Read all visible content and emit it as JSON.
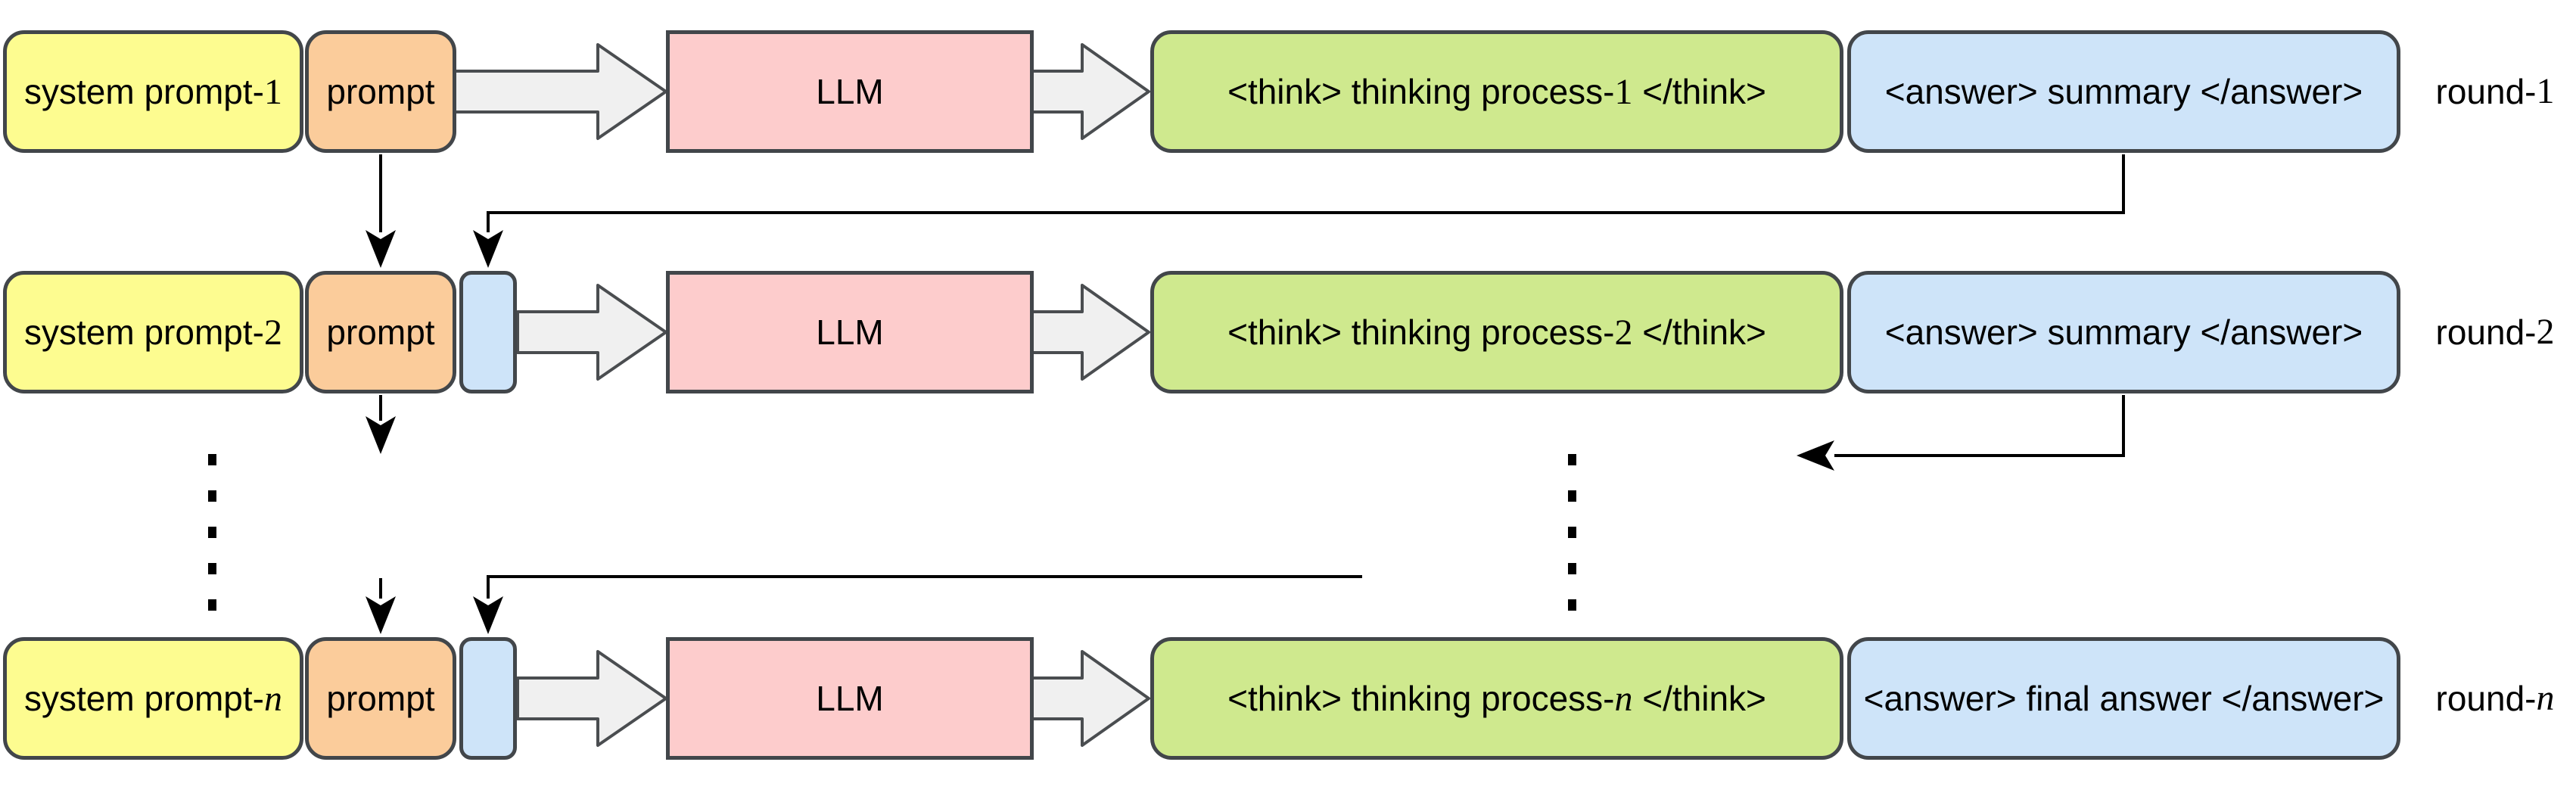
{
  "figure": {
    "colors": {
      "system_prompt_fill": "#fdfc90",
      "prompt_fill": "#fbcc9b",
      "llm_fill": "#fdcccc",
      "think_fill": "#cfe98e",
      "answer_fill": "#cee4f9",
      "block_arrow_fill": "#f0f0f0",
      "box_stroke": "#42464a",
      "connector": "#000000"
    },
    "rows": [
      {
        "system_prefix": "system prompt-",
        "system_var": "1",
        "prompt": "prompt",
        "llm": "LLM",
        "think_pre": "<think> thinking process-",
        "think_var": "1",
        "think_post": " </think>",
        "answer": "<answer> summary </answer>",
        "round_prefix": "round-",
        "round_var": "1"
      },
      {
        "system_prefix": "system prompt-",
        "system_var": "2",
        "prompt": "prompt",
        "llm": "LLM",
        "think_pre": "<think> thinking process-",
        "think_var": "2",
        "think_post": " </think>",
        "answer": "<answer> summary </answer>",
        "round_prefix": "round-",
        "round_var": "2"
      },
      {
        "system_prefix": "system prompt-",
        "system_var": "n",
        "prompt": "prompt",
        "llm": "LLM",
        "think_pre": "<think> thinking process-",
        "think_var": "n",
        "think_post": " </think>",
        "answer": "<answer> final answer </answer>",
        "round_prefix": "round-",
        "round_var": "n"
      }
    ]
  }
}
